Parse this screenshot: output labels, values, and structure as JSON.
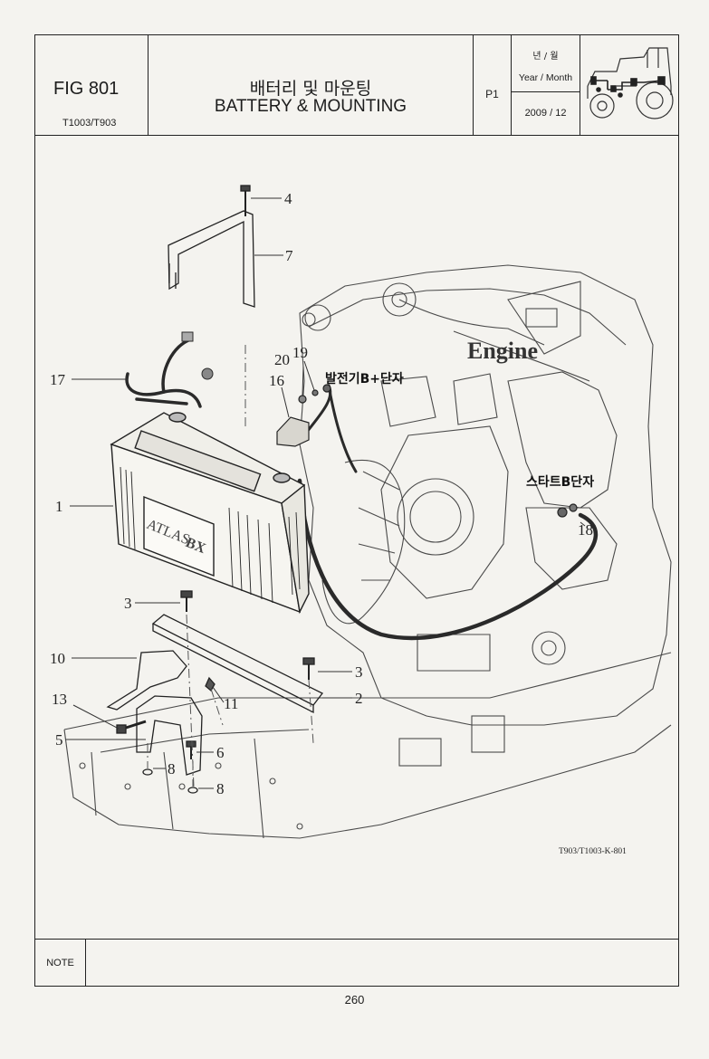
{
  "header": {
    "fig_id": "FIG 801",
    "models": "T1003/T903",
    "title_ko": "배터리 및 마운팅",
    "title_en": "BATTERY & MOUNTING",
    "page_id": "P1",
    "year_month_ko": "년 / 월",
    "year_month_en": "Year / Month",
    "year_month_value": "2009 / 12"
  },
  "diagram": {
    "callouts": [
      "4",
      "7",
      "17",
      "20",
      "19",
      "16",
      "1",
      "3",
      "10",
      "11",
      "3",
      "2",
      "13",
      "5",
      "6",
      "8",
      "8",
      "18"
    ],
    "engine_label": "Engine",
    "alternator_terminal": "발전기B+단자",
    "starter_terminal": "스타트B단자",
    "battery_brand": "ATLAS",
    "battery_model": "BX",
    "drawing_number": "T903/T1003-K-801"
  },
  "note_label": "NOTE",
  "page_number": "260"
}
